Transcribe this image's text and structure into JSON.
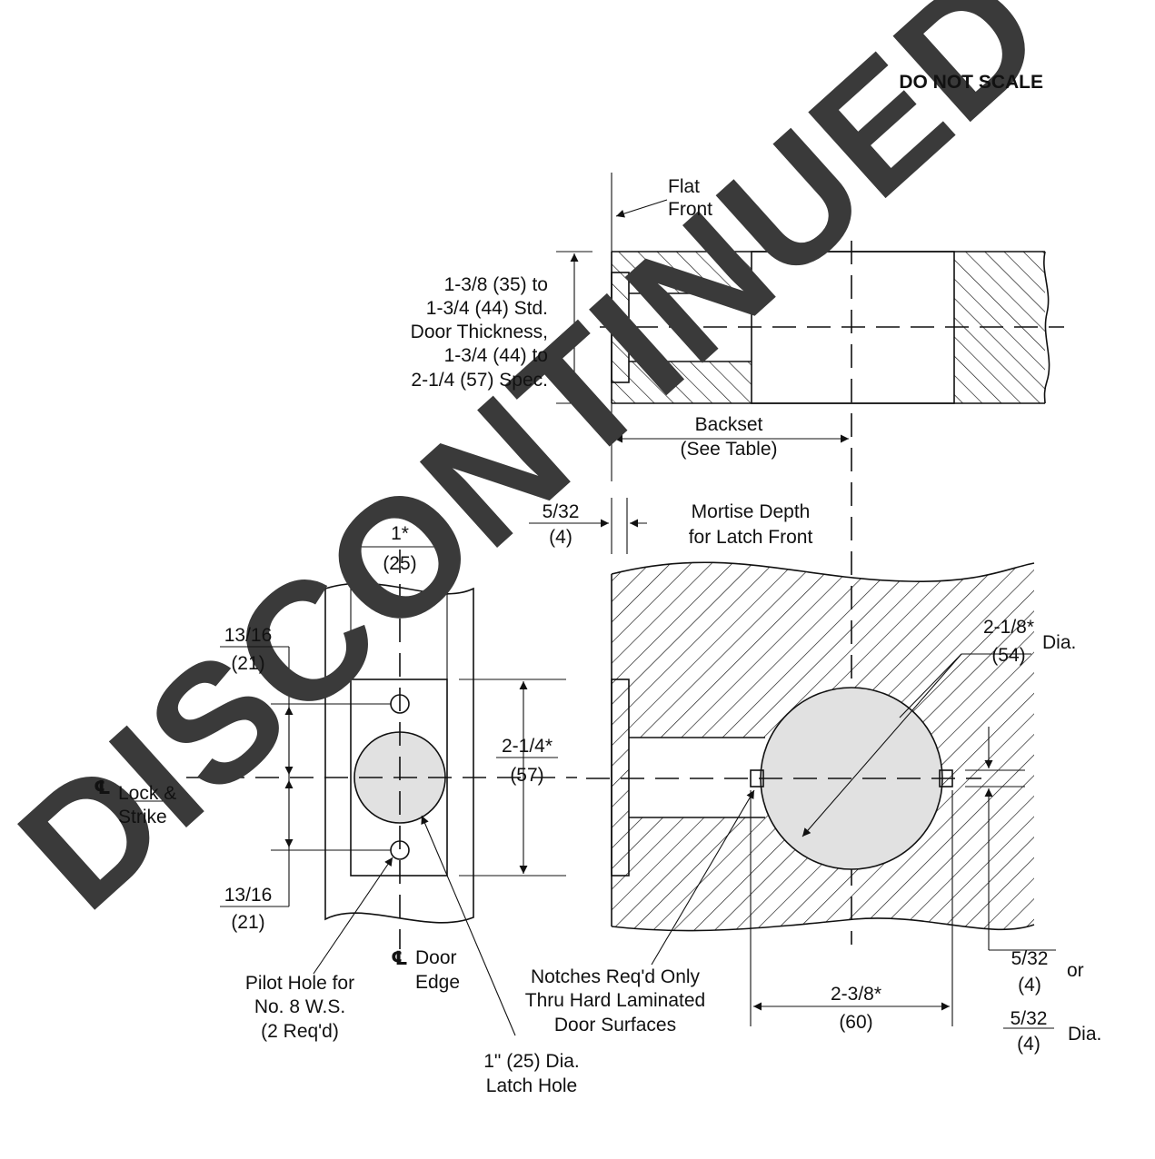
{
  "header": {
    "do_not_scale": "DO NOT SCALE"
  },
  "watermark": "DISCONTINUED",
  "top_view": {
    "flat_front": [
      "Flat",
      "Front"
    ],
    "door_thickness": [
      "1-3/8 (35) to",
      "1-3/4 (44) Std.",
      "Door Thickness,",
      "1-3/4 (44) to",
      "2-1/4 (57) Spec."
    ],
    "backset": [
      "Backset",
      "(See Table)"
    ]
  },
  "edge_view": {
    "width_top": "1*",
    "width_bottom": "(25)",
    "upper_offset_top": "13/16",
    "upper_offset_bottom": "(21)",
    "lower_offset_top": "13/16",
    "lower_offset_bottom": "(21)",
    "height_top": "2-1/4*",
    "height_bottom": "(57)",
    "cl_symbol": "℄",
    "lock_strike": [
      "Lock &",
      "Strike"
    ],
    "door_edge": [
      "Door",
      "Edge"
    ],
    "pilot_hole": [
      "Pilot Hole for",
      "No. 8 W.S.",
      "(2 Req'd)"
    ],
    "latch_hole": [
      "1\" (25) Dia.",
      "Latch Hole"
    ]
  },
  "face_view": {
    "mortise_top": "5/32",
    "mortise_bottom": "(4)",
    "mortise_label": [
      "Mortise Depth",
      "for Latch Front"
    ],
    "bore_top": "2-1/8*",
    "bore_bottom": "(54)",
    "bore_suffix": "Dia.",
    "notches": [
      "Notches Req'd Only",
      "Thru Hard Laminated",
      "Door Surfaces"
    ],
    "spacing_top": "2-3/8*",
    "spacing_bottom": "(60)",
    "notch_depth_top": "5/32",
    "notch_depth_bottom": "(4)",
    "notch_depth_suffix": "or",
    "notch_dia_top": "5/32",
    "notch_dia_bottom": "(4)",
    "notch_dia_suffix": "Dia."
  }
}
